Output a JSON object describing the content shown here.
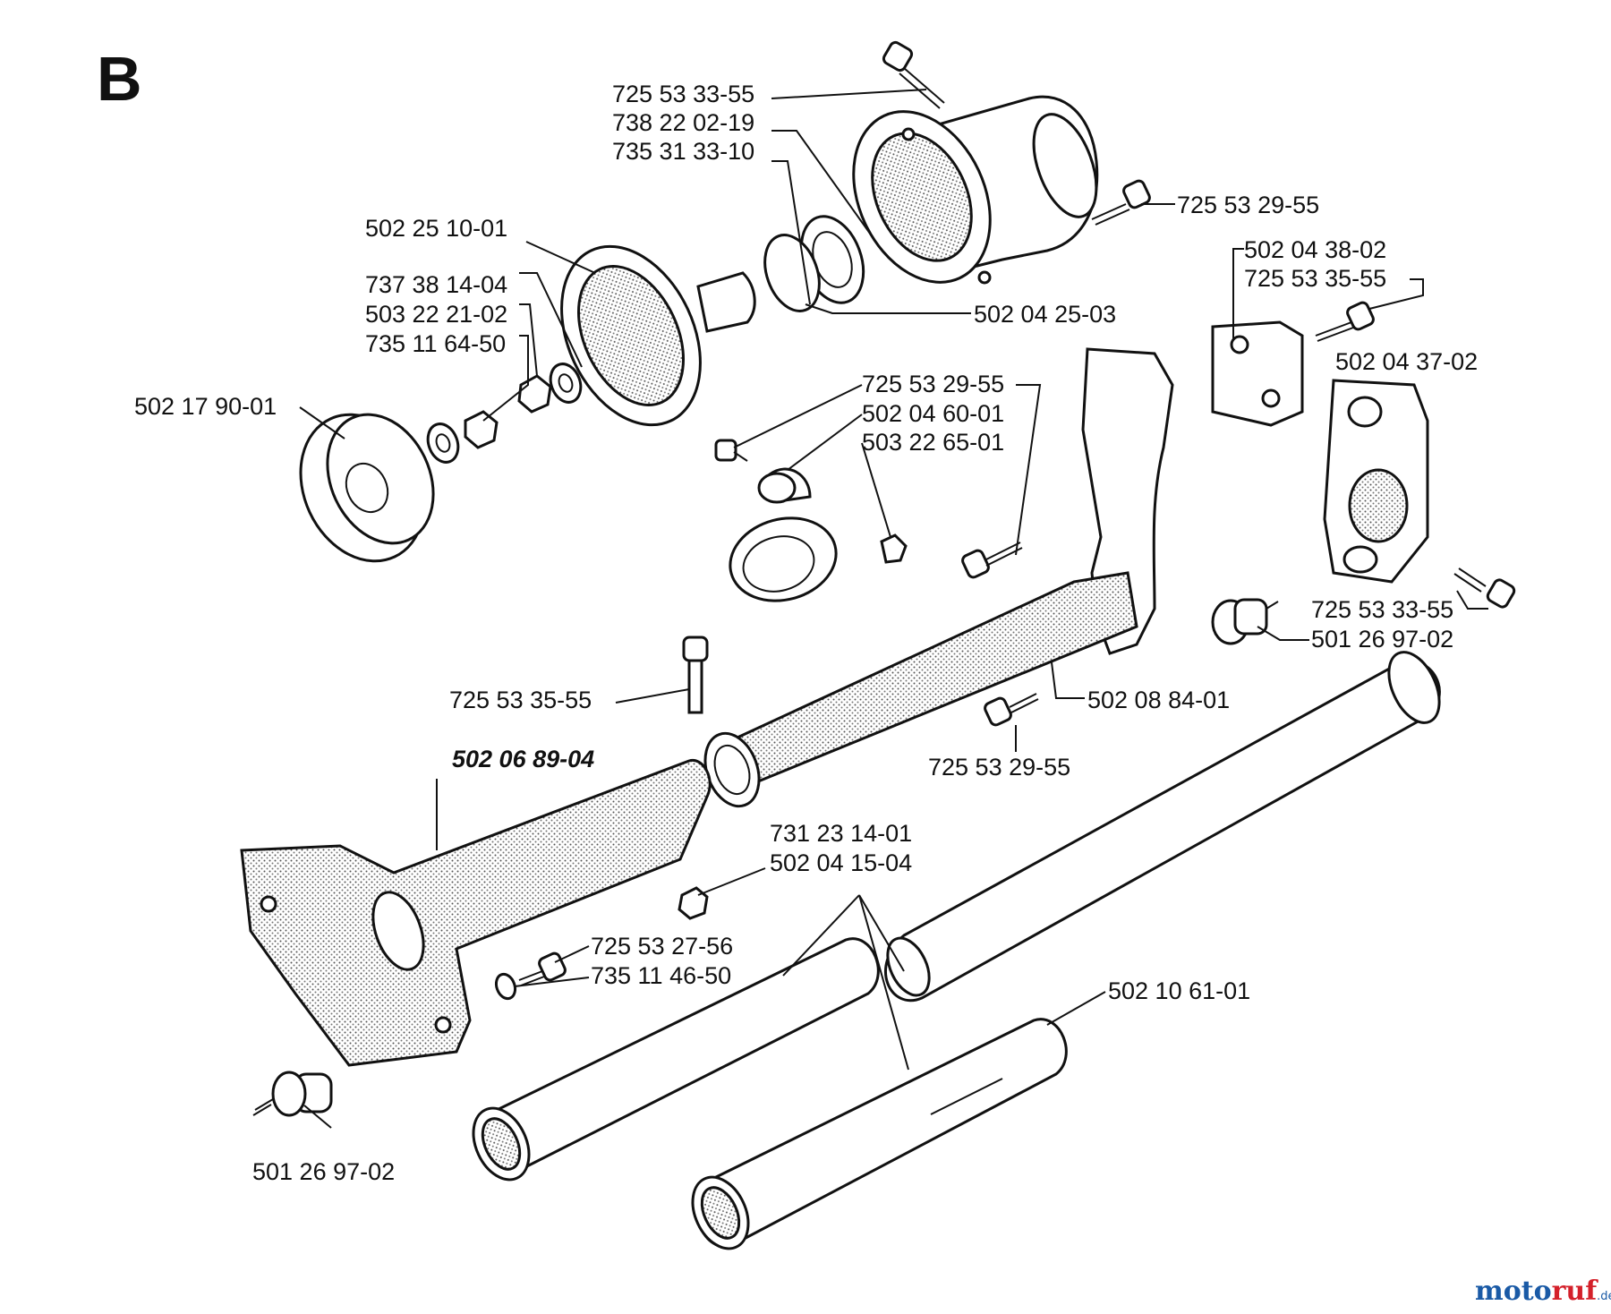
{
  "section_letter": "B",
  "labels": [
    {
      "id": "l01",
      "text": "725 53 33-55",
      "bold": false
    },
    {
      "id": "l02",
      "text": "738 22 02-19",
      "bold": false
    },
    {
      "id": "l03",
      "text": "735 31 33-10",
      "bold": false
    },
    {
      "id": "l04",
      "text": "725 53 29-55",
      "bold": false
    },
    {
      "id": "l05",
      "text": "502 25 10-01",
      "bold": false
    },
    {
      "id": "l06",
      "text": "737 38 14-04",
      "bold": false
    },
    {
      "id": "l07",
      "text": "503 22 21-02",
      "bold": false
    },
    {
      "id": "l08",
      "text": "735 11 64-50",
      "bold": false
    },
    {
      "id": "l09",
      "text": "502 04 25-03",
      "bold": false
    },
    {
      "id": "l10",
      "text": "502 04 38-02",
      "bold": false
    },
    {
      "id": "l11",
      "text": "725 53 35-55",
      "bold": false
    },
    {
      "id": "l12",
      "text": "502 17 90-01",
      "bold": false
    },
    {
      "id": "l13",
      "text": "502 04 37-02",
      "bold": false
    },
    {
      "id": "l14",
      "text": "725 53 29-55",
      "bold": false
    },
    {
      "id": "l15",
      "text": "502 04 60-01",
      "bold": false
    },
    {
      "id": "l16",
      "text": "503 22 65-01",
      "bold": false
    },
    {
      "id": "l17",
      "text": "725 53 33-55",
      "bold": false
    },
    {
      "id": "l18",
      "text": "501 26 97-02",
      "bold": false
    },
    {
      "id": "l19",
      "text": "725 53 35-55",
      "bold": false
    },
    {
      "id": "l20",
      "text": "502 08 84-01",
      "bold": false
    },
    {
      "id": "l21",
      "text": "502 06 89-04",
      "bold": true
    },
    {
      "id": "l22",
      "text": "725 53 29-55",
      "bold": false
    },
    {
      "id": "l23",
      "text": "731 23 14-01",
      "bold": false
    },
    {
      "id": "l24",
      "text": "502 04 15-04",
      "bold": false
    },
    {
      "id": "l25",
      "text": "725 53 27-56",
      "bold": false
    },
    {
      "id": "l26",
      "text": "735 11 46-50",
      "bold": false
    },
    {
      "id": "l27",
      "text": "502 10 61-01",
      "bold": false
    },
    {
      "id": "l28",
      "text": "501 26 97-02",
      "bold": false
    }
  ],
  "watermark": {
    "part1": "moto",
    "part2": "ruf",
    "suffix": ".de"
  }
}
